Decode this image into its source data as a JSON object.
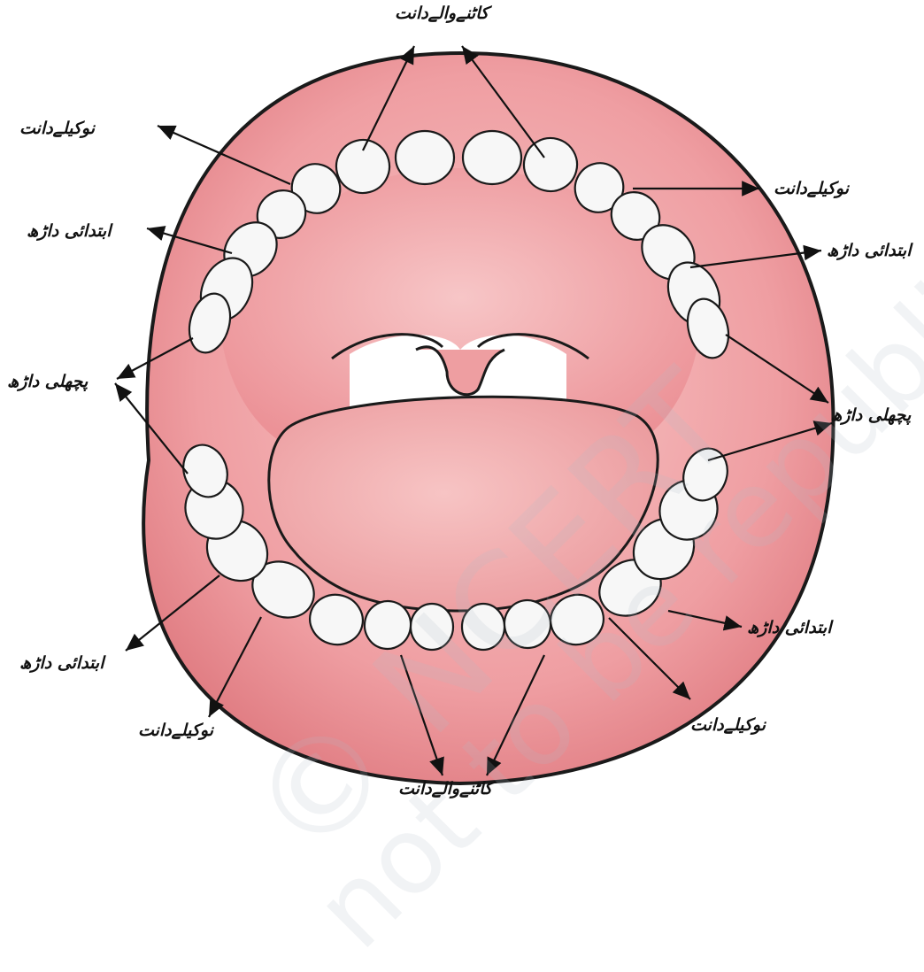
{
  "labels": {
    "top_incisors": "کاٹنےوالےدانت",
    "bottom_incisors": "کاٹنےوالےدانت",
    "canine_upper_left": "نوکیلےدانت",
    "canine_upper_right": "نوکیلےدانت",
    "canine_lower_left": "نوکیلےدانت",
    "canine_lower_right": "نوکیلےدانت",
    "premolar_upper_left": "ابتدائی داڑھ",
    "premolar_upper_right": "ابتدائی داڑھ",
    "premolar_lower_left": "ابتدائی داڑھ",
    "premolar_lower_right": "ابتدائی داڑھ",
    "molar_left": "پچھلی داڑھ",
    "molar_right": "پچھلی داڑھ"
  },
  "watermark": {
    "line1": "© NCERT",
    "line2": "not to be republished"
  },
  "colors": {
    "gum": "#e8848a",
    "palate": "#f2b4b6",
    "tongue": "#f0a3a6",
    "tooth": "#f7f7f7",
    "arrow": "#111111"
  }
}
